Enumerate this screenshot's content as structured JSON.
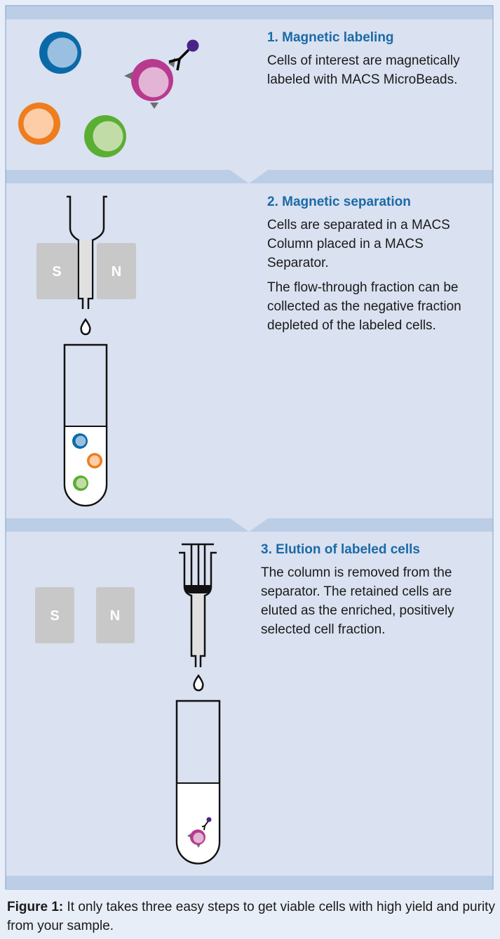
{
  "steps": [
    {
      "title": "1. Magnetic labeling",
      "paragraphs": [
        "Cells of interest are magnetically labeled with MACS MicroBeads."
      ]
    },
    {
      "title": "2. Magnetic separation",
      "paragraphs": [
        "Cells are separated in a MACS Column placed in a MACS Separator.",
        "The flow-through fraction can be collected as the negative fraction depleted of the labeled cells."
      ]
    },
    {
      "title": "3. Elution of labeled cells",
      "paragraphs": [
        "The column is removed from the separator. The retained cells are eluted as the enriched, positively selected cell fraction."
      ]
    }
  ],
  "magnets": {
    "south": "S",
    "north": "N"
  },
  "caption": {
    "label": "Figure 1:",
    "text": " It only takes three easy steps to get viable cells with high yield and purity from your sample."
  },
  "colors": {
    "title": "#1a6aa8",
    "panel": "#dae1f0",
    "band": "#bccde6",
    "blue_cell": "#0a6aa8",
    "orange_cell": "#ee7d1f",
    "green_cell": "#5aae32",
    "magenta_cell": "#b83a8e",
    "bead": "#4a2388"
  }
}
